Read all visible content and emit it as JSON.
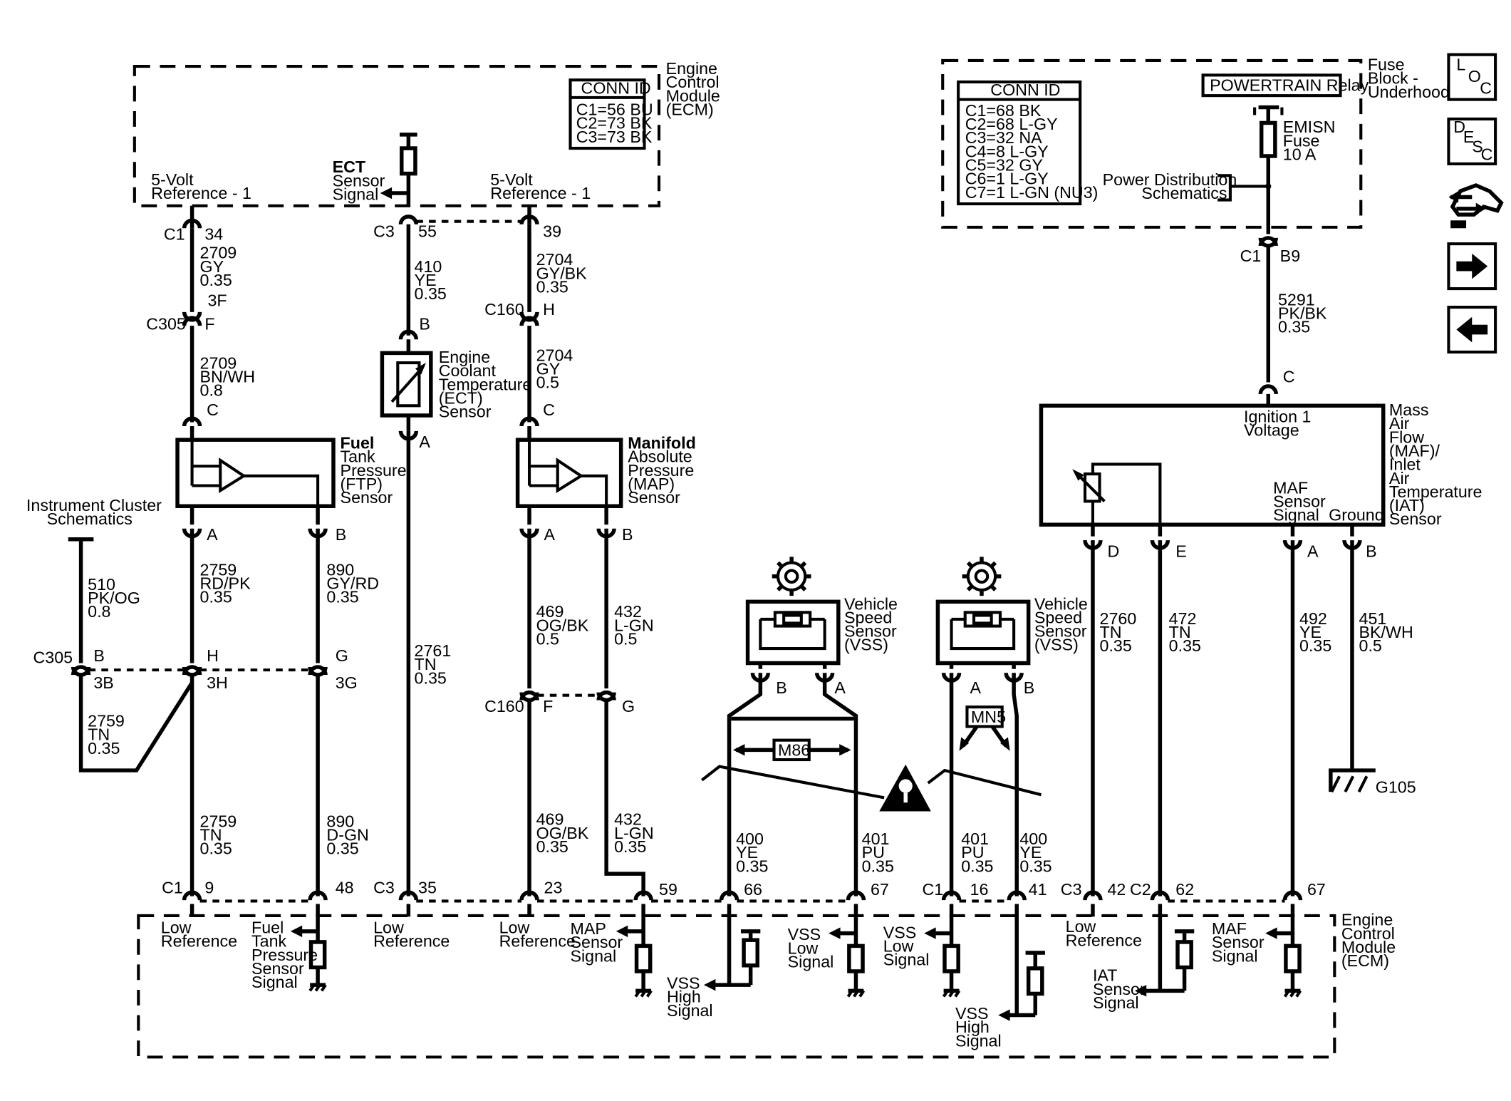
{
  "ecm_top": {
    "title": [
      "Engine",
      "Control",
      "Module",
      "(ECM)"
    ],
    "conn_id_header": "CONN ID",
    "conn_ids": [
      "C1=56 BU",
      "C2=73 BK",
      "C3=73 BK"
    ],
    "ref_left": [
      "5-Volt",
      "Reference - 1"
    ],
    "ref_right": [
      "5-Volt",
      "Reference - 1"
    ],
    "ect_signal": [
      "ECT",
      "Sensor",
      "Signal"
    ]
  },
  "fuse_block": {
    "title": [
      "Fuse",
      "Block -",
      "Underhood"
    ],
    "conn_id_header": "CONN ID",
    "conn_ids": [
      "C1=68 BK",
      "C2=68 L-GY",
      "C3=32 NA",
      "C4=8 L-GY",
      "C5=32 GY",
      "C6=1 L-GY",
      "C7=1 L-GN (NU3)"
    ],
    "relay": "POWERTRAIN Relay",
    "fuse": [
      "EMISN",
      "Fuse",
      "10 A"
    ],
    "power_dist": [
      "Power Distribution",
      "Schematics"
    ]
  },
  "nav_icons": {
    "loc": [
      "L",
      "O",
      "C"
    ],
    "desc": [
      "D",
      "E",
      "S",
      "C"
    ]
  },
  "wires": {
    "w2709_top": [
      "2709",
      "GY",
      "0.35"
    ],
    "w2709_bot": [
      "2709",
      "BN/WH",
      "0.8"
    ],
    "w410": [
      "410",
      "YE",
      "0.35"
    ],
    "w2704_top": [
      "2704",
      "GY/BK",
      "0.35"
    ],
    "w2704_bot": [
      "2704",
      "GY",
      "0.5"
    ],
    "w5291": [
      "5291",
      "PK/BK",
      "0.35"
    ],
    "w510": [
      "510",
      "PK/OG",
      "0.8"
    ],
    "w2759_mid": [
      "2759",
      "RD/PK",
      "0.35"
    ],
    "w890_mid": [
      "890",
      "GY/RD",
      "0.35"
    ],
    "w2761": [
      "2761",
      "TN",
      "0.35"
    ],
    "w469_mid": [
      "469",
      "OG/BK",
      "0.5"
    ],
    "w432_mid": [
      "432",
      "L-GN",
      "0.5"
    ],
    "w2759_diag": [
      "2759",
      "TN",
      "0.35"
    ],
    "w2759_bot": [
      "2759",
      "TN",
      "0.35"
    ],
    "w890_bot": [
      "890",
      "D-GN",
      "0.35"
    ],
    "w469_bot": [
      "469",
      "OG/BK",
      "0.35"
    ],
    "w432_bot": [
      "432",
      "L-GN",
      "0.35"
    ],
    "w400_a": [
      "400",
      "YE",
      "0.35"
    ],
    "w401_a": [
      "401",
      "PU",
      "0.35"
    ],
    "w401_b": [
      "401",
      "PU",
      "0.35"
    ],
    "w400_b": [
      "400",
      "YE",
      "0.35"
    ],
    "w2760": [
      "2760",
      "TN",
      "0.35"
    ],
    "w472": [
      "472",
      "TN",
      "0.35"
    ],
    "w492": [
      "492",
      "YE",
      "0.35"
    ],
    "w451": [
      "451",
      "BK/WH",
      "0.5"
    ]
  },
  "connectors": {
    "c1_34": [
      "C1",
      "34"
    ],
    "c3_55": [
      "C3",
      "55"
    ],
    "c_39": "39",
    "c305_3f": [
      "3F",
      "C305",
      "F"
    ],
    "c160_h": [
      "C160",
      "H"
    ],
    "ect_b": "B",
    "ect_a": "A",
    "ftp_c": "C",
    "map_c": "C",
    "ftp_a": "A",
    "ftp_b": "B",
    "map_a": "A",
    "map_b": "B",
    "c305_lower": [
      "C305",
      "B",
      "3B",
      "H",
      "3H",
      "G",
      "3G"
    ],
    "c160_lower": [
      "C160",
      "F",
      "G"
    ],
    "fuse_c1_b9": [
      "C1",
      "B9"
    ],
    "maf_c": "C",
    "maf_pins": [
      "D",
      "E",
      "A",
      "B"
    ],
    "vss_m86_pins": [
      "B",
      "A"
    ],
    "vss_mn5_pins": [
      "A",
      "B"
    ],
    "ecm_bottom": [
      "C1",
      "9",
      "48",
      "C3",
      "35",
      "23",
      "59",
      "66",
      "67",
      "C1",
      "16",
      "41",
      "C3",
      "42",
      "C2",
      "62",
      "67"
    ]
  },
  "components": {
    "ect_sensor": [
      "Engine",
      "Coolant",
      "Temperature",
      "(ECT)",
      "Sensor"
    ],
    "ftp_sensor": [
      "Fuel",
      "Tank",
      "Pressure",
      "(FTP)",
      "Sensor"
    ],
    "map_sensor": [
      "Manifold",
      "Absolute",
      "Pressure",
      "(MAP)",
      "Sensor"
    ],
    "vss_left": [
      "Vehicle",
      "Speed",
      "Sensor",
      "(VSS)"
    ],
    "vss_right": [
      "Vehicle",
      "Speed",
      "Sensor",
      "(VSS)"
    ],
    "maf_sensor": [
      "Mass",
      "Air",
      "Flow",
      "(MAF)/",
      "Inlet",
      "Air",
      "Temperature",
      "(IAT)",
      "Sensor"
    ],
    "maf_ign": [
      "Ignition 1",
      "Voltage"
    ],
    "maf_signal": [
      "MAF",
      "Sensor",
      "Signal"
    ],
    "maf_ground": "Ground",
    "instrument_cluster": [
      "Instrument Cluster",
      "Schematics"
    ],
    "ground_g105": "G105",
    "option_m86": "M86",
    "option_mn5": "MN5"
  },
  "ecm_bottom": {
    "title": [
      "Engine",
      "Control",
      "Module",
      "(ECM)"
    ],
    "low_ref_1": [
      "Low",
      "Reference"
    ],
    "ftp_signal": [
      "Fuel",
      "Tank",
      "Pressure",
      "Sensor",
      "Signal"
    ],
    "low_ref_2": [
      "Low",
      "Reference"
    ],
    "low_ref_3": [
      "Low",
      "Reference"
    ],
    "map_signal": [
      "MAP",
      "Sensor",
      "Signal"
    ],
    "vss_high_1": [
      "VSS",
      "High",
      "Signal"
    ],
    "vss_low_1": [
      "VSS",
      "Low",
      "Signal"
    ],
    "vss_low_2": [
      "VSS",
      "Low",
      "Signal"
    ],
    "vss_high_2": [
      "VSS",
      "High",
      "Signal"
    ],
    "low_ref_4": [
      "Low",
      "Reference"
    ],
    "iat_signal": [
      "IAT",
      "Sensor",
      "Signal"
    ],
    "maf_signal": [
      "MAF",
      "Sensor",
      "Signal"
    ]
  }
}
